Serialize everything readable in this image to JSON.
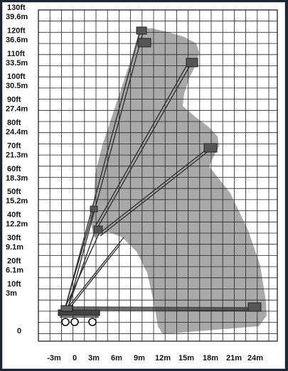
{
  "colors": {
    "envelope": "#a9a9a9",
    "grid": "#222222",
    "boom": "#333333",
    "background": "#ffffff"
  },
  "chart_data": {
    "type": "area",
    "xlabel": "",
    "ylabel": "",
    "x_ticks": [
      "-3m",
      "0",
      "3m",
      "6m",
      "9m",
      "12m",
      "15m",
      "18m",
      "21m",
      "24m"
    ],
    "y_ticks": [
      {
        "ft": "130ft",
        "m": "39.6m"
      },
      {
        "ft": "120ft",
        "m": "36.6m"
      },
      {
        "ft": "110ft",
        "m": "33.5m"
      },
      {
        "ft": "100ft",
        "m": "30.5m"
      },
      {
        "ft": "90ft",
        "m": "27.4m"
      },
      {
        "ft": "80ft",
        "m": "24.4m"
      },
      {
        "ft": "70ft",
        "m": "21.3m"
      },
      {
        "ft": "60ft",
        "m": "18.3m"
      },
      {
        "ft": "50ft",
        "m": "15.2m"
      },
      {
        "ft": "40ft",
        "m": "12.2m"
      },
      {
        "ft": "30ft",
        "m": "9.1m"
      },
      {
        "ft": "20ft",
        "m": "6.1m"
      },
      {
        "ft": "10ft",
        "m": "3m"
      },
      {
        "ft": "0",
        "m": ""
      }
    ],
    "grid": true
  }
}
